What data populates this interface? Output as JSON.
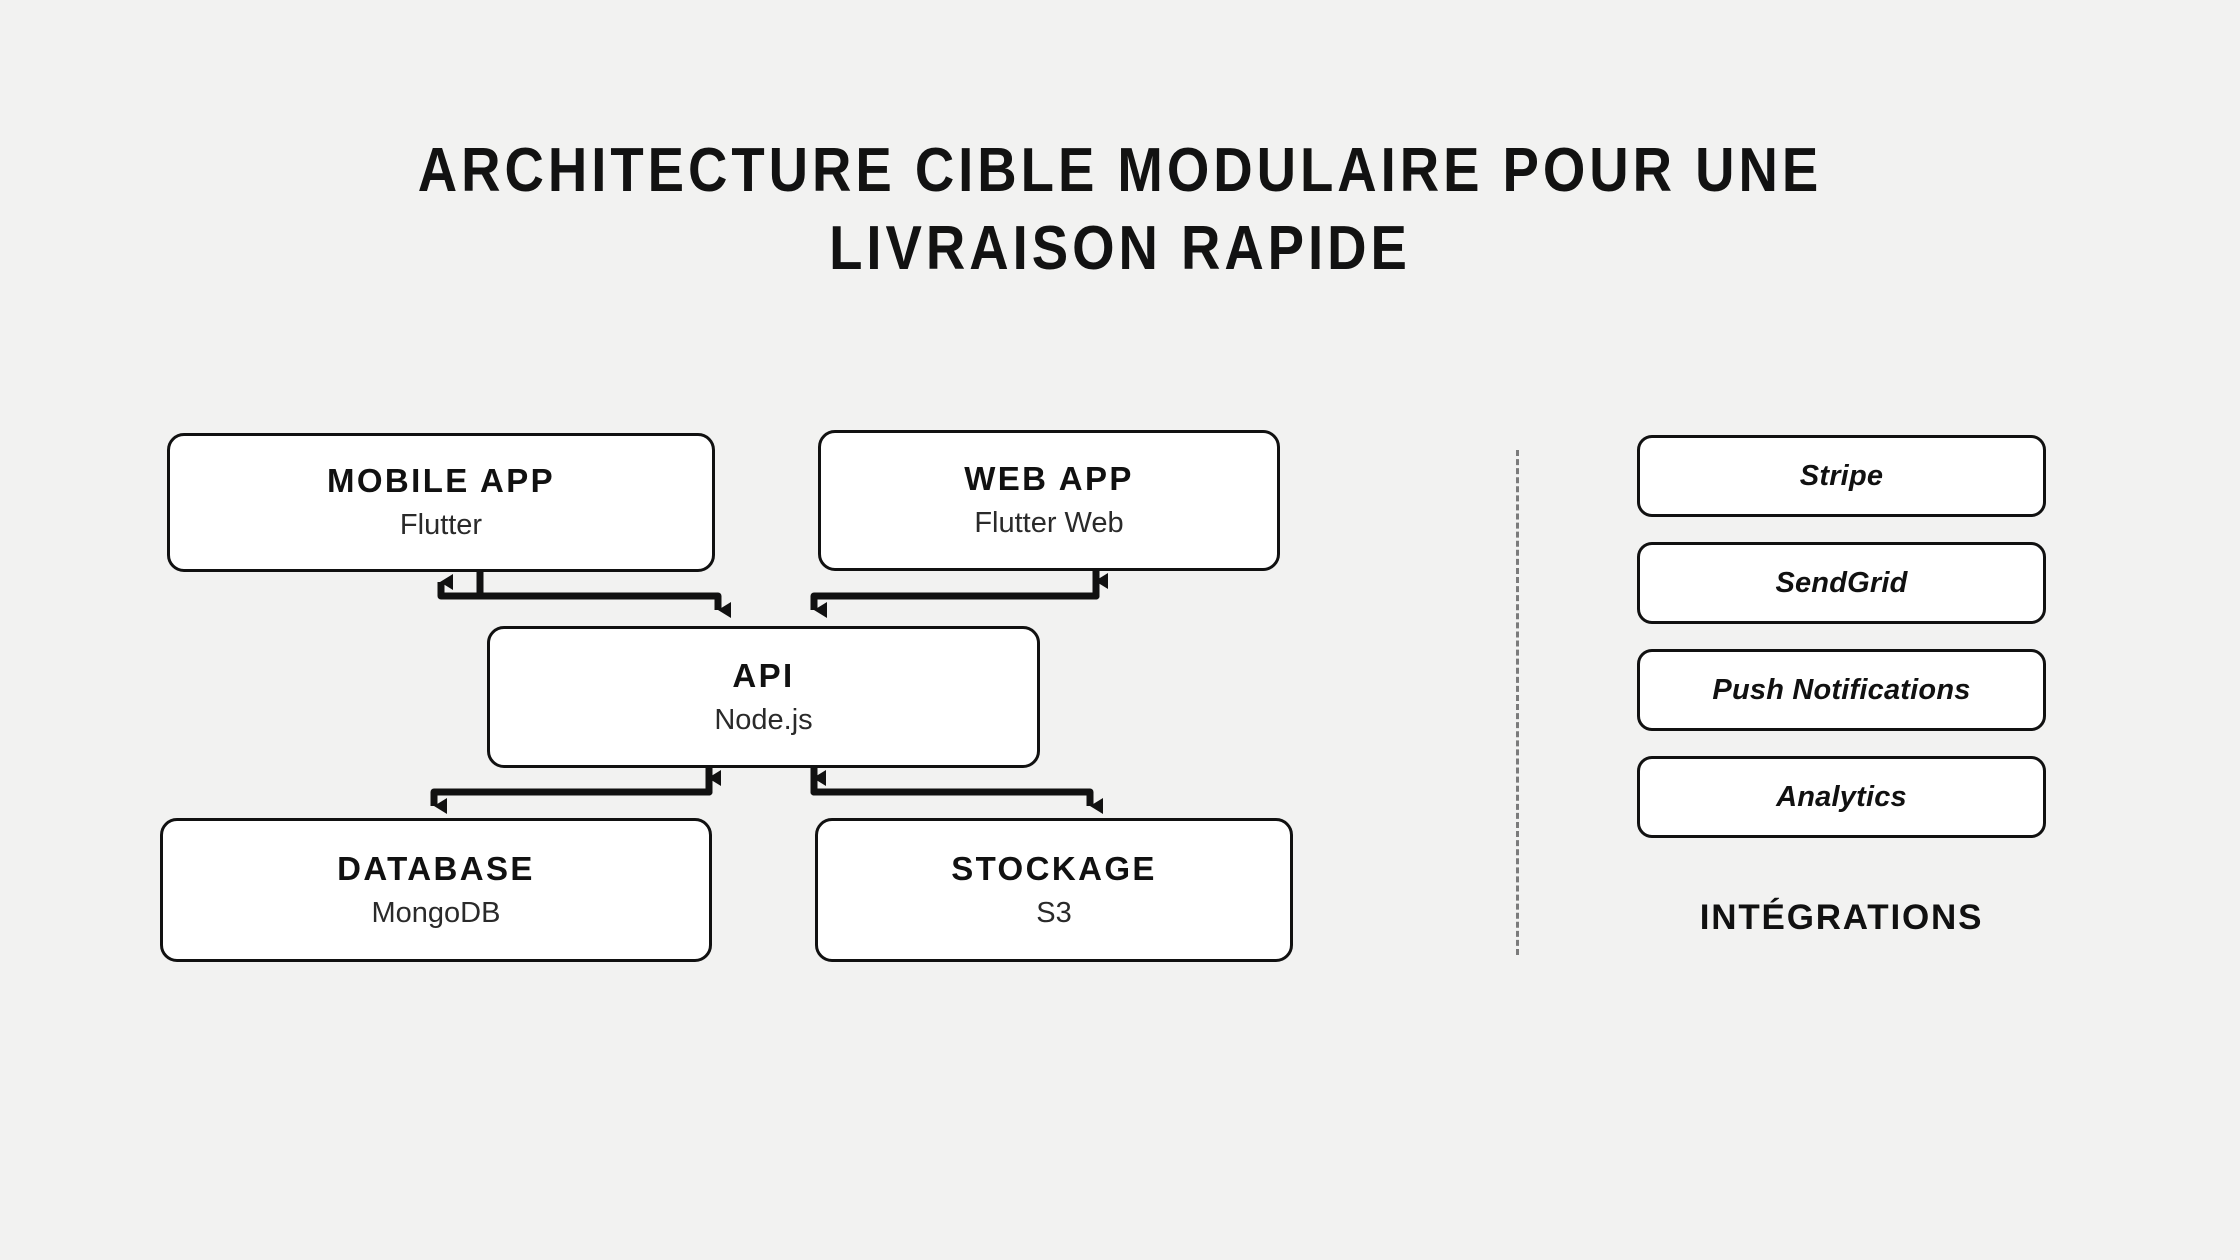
{
  "page": {
    "background_color": "#f2f2f1",
    "title": "Architecture cible modulaire pour une\nlivraison rapide",
    "ink_color": "#111111",
    "box_fill": "#ffffff",
    "divider_color": "#7b7b7b"
  },
  "diagram": {
    "nodes": [
      {
        "id": "mobile",
        "title": "Mobile App",
        "subtitle": "Flutter"
      },
      {
        "id": "web",
        "title": "Web App",
        "subtitle": "Flutter Web"
      },
      {
        "id": "api",
        "title": "API",
        "subtitle": "Node.js"
      },
      {
        "id": "database",
        "title": "Database",
        "subtitle": "MongoDB"
      },
      {
        "id": "storage",
        "title": "Stockage",
        "subtitle": "S3"
      }
    ],
    "connections": [
      {
        "from": "mobile",
        "to": "api",
        "style": "elbow",
        "direction": "bidirectional"
      },
      {
        "from": "web",
        "to": "api",
        "style": "elbow",
        "direction": "bidirectional"
      },
      {
        "from": "api",
        "to": "database",
        "style": "elbow",
        "direction": "bidirectional"
      },
      {
        "from": "api",
        "to": "storage",
        "style": "elbow",
        "direction": "bidirectional"
      }
    ]
  },
  "integrations": {
    "heading": "Intégrations",
    "items": [
      {
        "label": "Stripe"
      },
      {
        "label": "SendGrid"
      },
      {
        "label": "Push Notifications"
      },
      {
        "label": "Analytics"
      }
    ]
  }
}
